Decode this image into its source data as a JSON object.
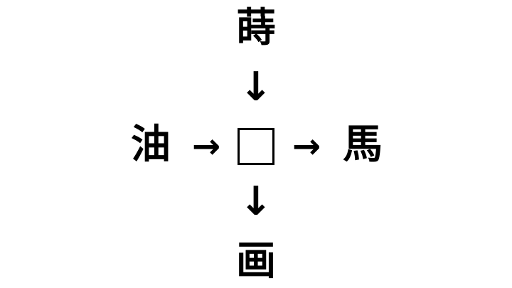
{
  "puzzle": {
    "top_char": "蒔",
    "left_char": "油",
    "right_char": "馬",
    "bottom_char": "画",
    "arrow_down": "↓",
    "arrow_right": "→",
    "blank": ""
  },
  "colors": {
    "background": "#ffffff",
    "text": "#000000"
  }
}
